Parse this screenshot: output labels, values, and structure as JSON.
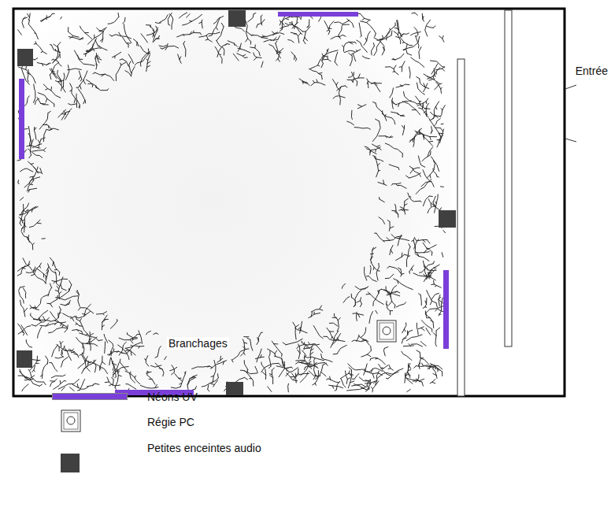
{
  "diagram": {
    "labels": [
      "Entrée",
      "Branchages"
    ],
    "legend": [
      {
        "text": "Néons UV",
        "color": "#7a3fd9"
      },
      {
        "text": "Régie PC"
      },
      {
        "text": "Petites enceintes audio",
        "color": "#404040"
      }
    ]
  }
}
